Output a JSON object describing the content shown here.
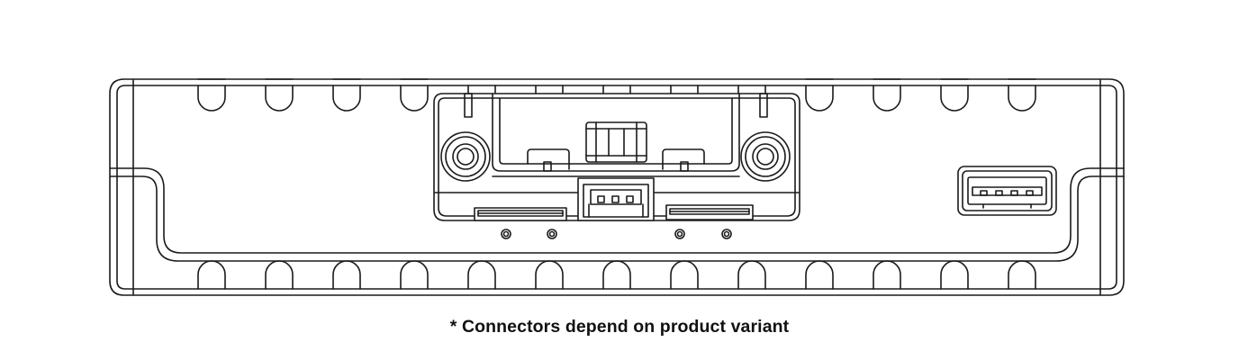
{
  "caption": "* Connectors depend on product variant",
  "line_color": "#1a1a1a",
  "background_color": "#ffffff",
  "drawing": {
    "subject": "device front panel line drawing",
    "components": [
      "enclosure-outline",
      "top-cooling-ribs",
      "bottom-cooling-ribs",
      "front-bezel-recess",
      "connector-module",
      "left-round-connector",
      "right-round-connector",
      "center-latch-connector",
      "pin-header-connector",
      "left-card-slot",
      "right-card-slot",
      "indicator-holes",
      "usb-a-port"
    ]
  }
}
